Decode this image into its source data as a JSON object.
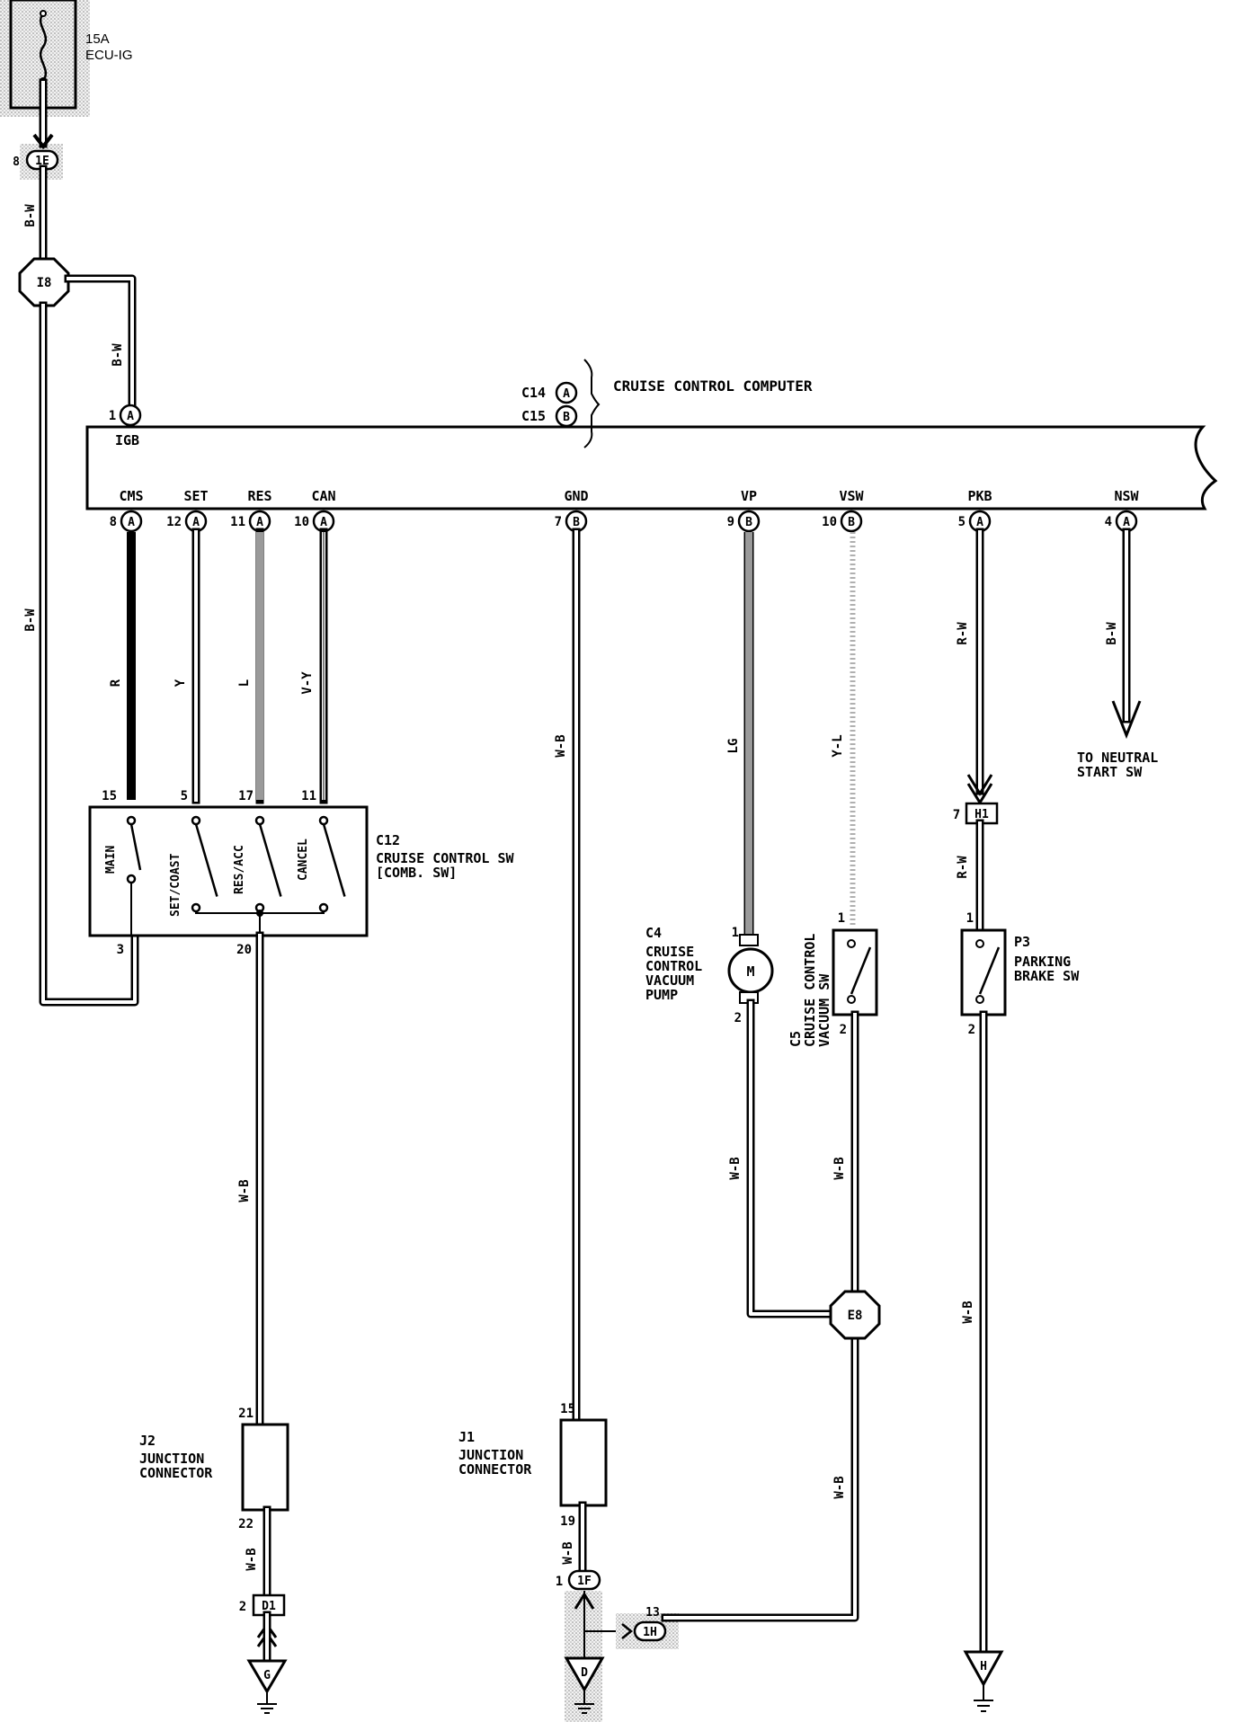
{
  "fuse": {
    "amp": "15A",
    "name": "ECU-IG"
  },
  "computer": {
    "label": "CRUISE CONTROL COMPUTER",
    "conn_a": "C14",
    "conn_b": "C15",
    "a": "A",
    "b": "B"
  },
  "top_pin": {
    "num": "1",
    "conn": "A",
    "name": "IGB"
  },
  "pins": [
    {
      "name": "CMS",
      "num": "8",
      "conn": "A"
    },
    {
      "name": "SET",
      "num": "12",
      "conn": "A"
    },
    {
      "name": "RES",
      "num": "11",
      "conn": "A"
    },
    {
      "name": "CAN",
      "num": "10",
      "conn": "A"
    },
    {
      "name": "GND",
      "num": "7",
      "conn": "B"
    },
    {
      "name": "VP",
      "num": "9",
      "conn": "B"
    },
    {
      "name": "VSW",
      "num": "10",
      "conn": "B"
    },
    {
      "name": "PKB",
      "num": "5",
      "conn": "A"
    },
    {
      "name": "NSW",
      "num": "4",
      "conn": "A"
    }
  ],
  "wires": {
    "bw_fuse": "B-W",
    "bw_top": "B-W",
    "bw_left": "B-W",
    "r": "R",
    "y": "Y",
    "l": "L",
    "vy": "V-Y",
    "wb_gnd": "W-B",
    "lg": "LG",
    "yl": "Y-L",
    "rw_1": "R-W",
    "rw_2": "R-W",
    "bw_nsw": "B-W",
    "wb_c12": "W-B",
    "wb_c4": "W-B",
    "wb_c5": "W-B",
    "wb_c5_low": "W-B",
    "wb_p3": "W-B",
    "wb_j2": "W-B",
    "wb_j1": "W-B"
  },
  "connectors": {
    "c1e": {
      "id": "1E",
      "pin": "8"
    },
    "i8": "I8",
    "e8": "E8",
    "h1": {
      "id": "H1",
      "pin": "7"
    },
    "d1": {
      "id": "D1",
      "pin": "2"
    },
    "c1f": {
      "id": "1F",
      "pin": "1"
    },
    "c1h": {
      "id": "1H",
      "pin": "13"
    }
  },
  "grounds": {
    "g": "G",
    "d": "D",
    "h": "H"
  },
  "switch_c12": {
    "code": "C12",
    "label1": "CRUISE CONTROL SW",
    "label2": "[COMB. SW]",
    "switches": [
      "MAIN",
      "SET/COAST",
      "RES/ACC",
      "CANCEL"
    ],
    "pins": [
      "15",
      "5",
      "17",
      "11"
    ],
    "pin_bottom_left": "3",
    "pin_bottom": "20"
  },
  "pump_c4": {
    "code": "C4",
    "lines": [
      "CRUISE",
      "CONTROL",
      "VACUUM",
      "PUMP"
    ],
    "symbol": "M",
    "pin_top": "1",
    "pin_bottom": "2"
  },
  "sw_c5": {
    "code": "C5",
    "line1": "CRUISE CONTROL",
    "line2": "VACUUM SW",
    "pin_top": "1",
    "pin_bottom": "2"
  },
  "sw_p3": {
    "code": "P3",
    "line1": "PARKING",
    "line2": "BRAKE SW",
    "pin_top": "1",
    "pin_bottom": "2"
  },
  "j2": {
    "code": "J2",
    "line1": "JUNCTION",
    "line2": "CONNECTOR",
    "pin_top": "21",
    "pin_bottom": "22"
  },
  "j1": {
    "code": "J1",
    "line1": "JUNCTION",
    "line2": "CONNECTOR",
    "pin_top": "15",
    "pin_bottom": "19"
  },
  "neutral": {
    "line1": "TO NEUTRAL",
    "line2": "START SW"
  }
}
